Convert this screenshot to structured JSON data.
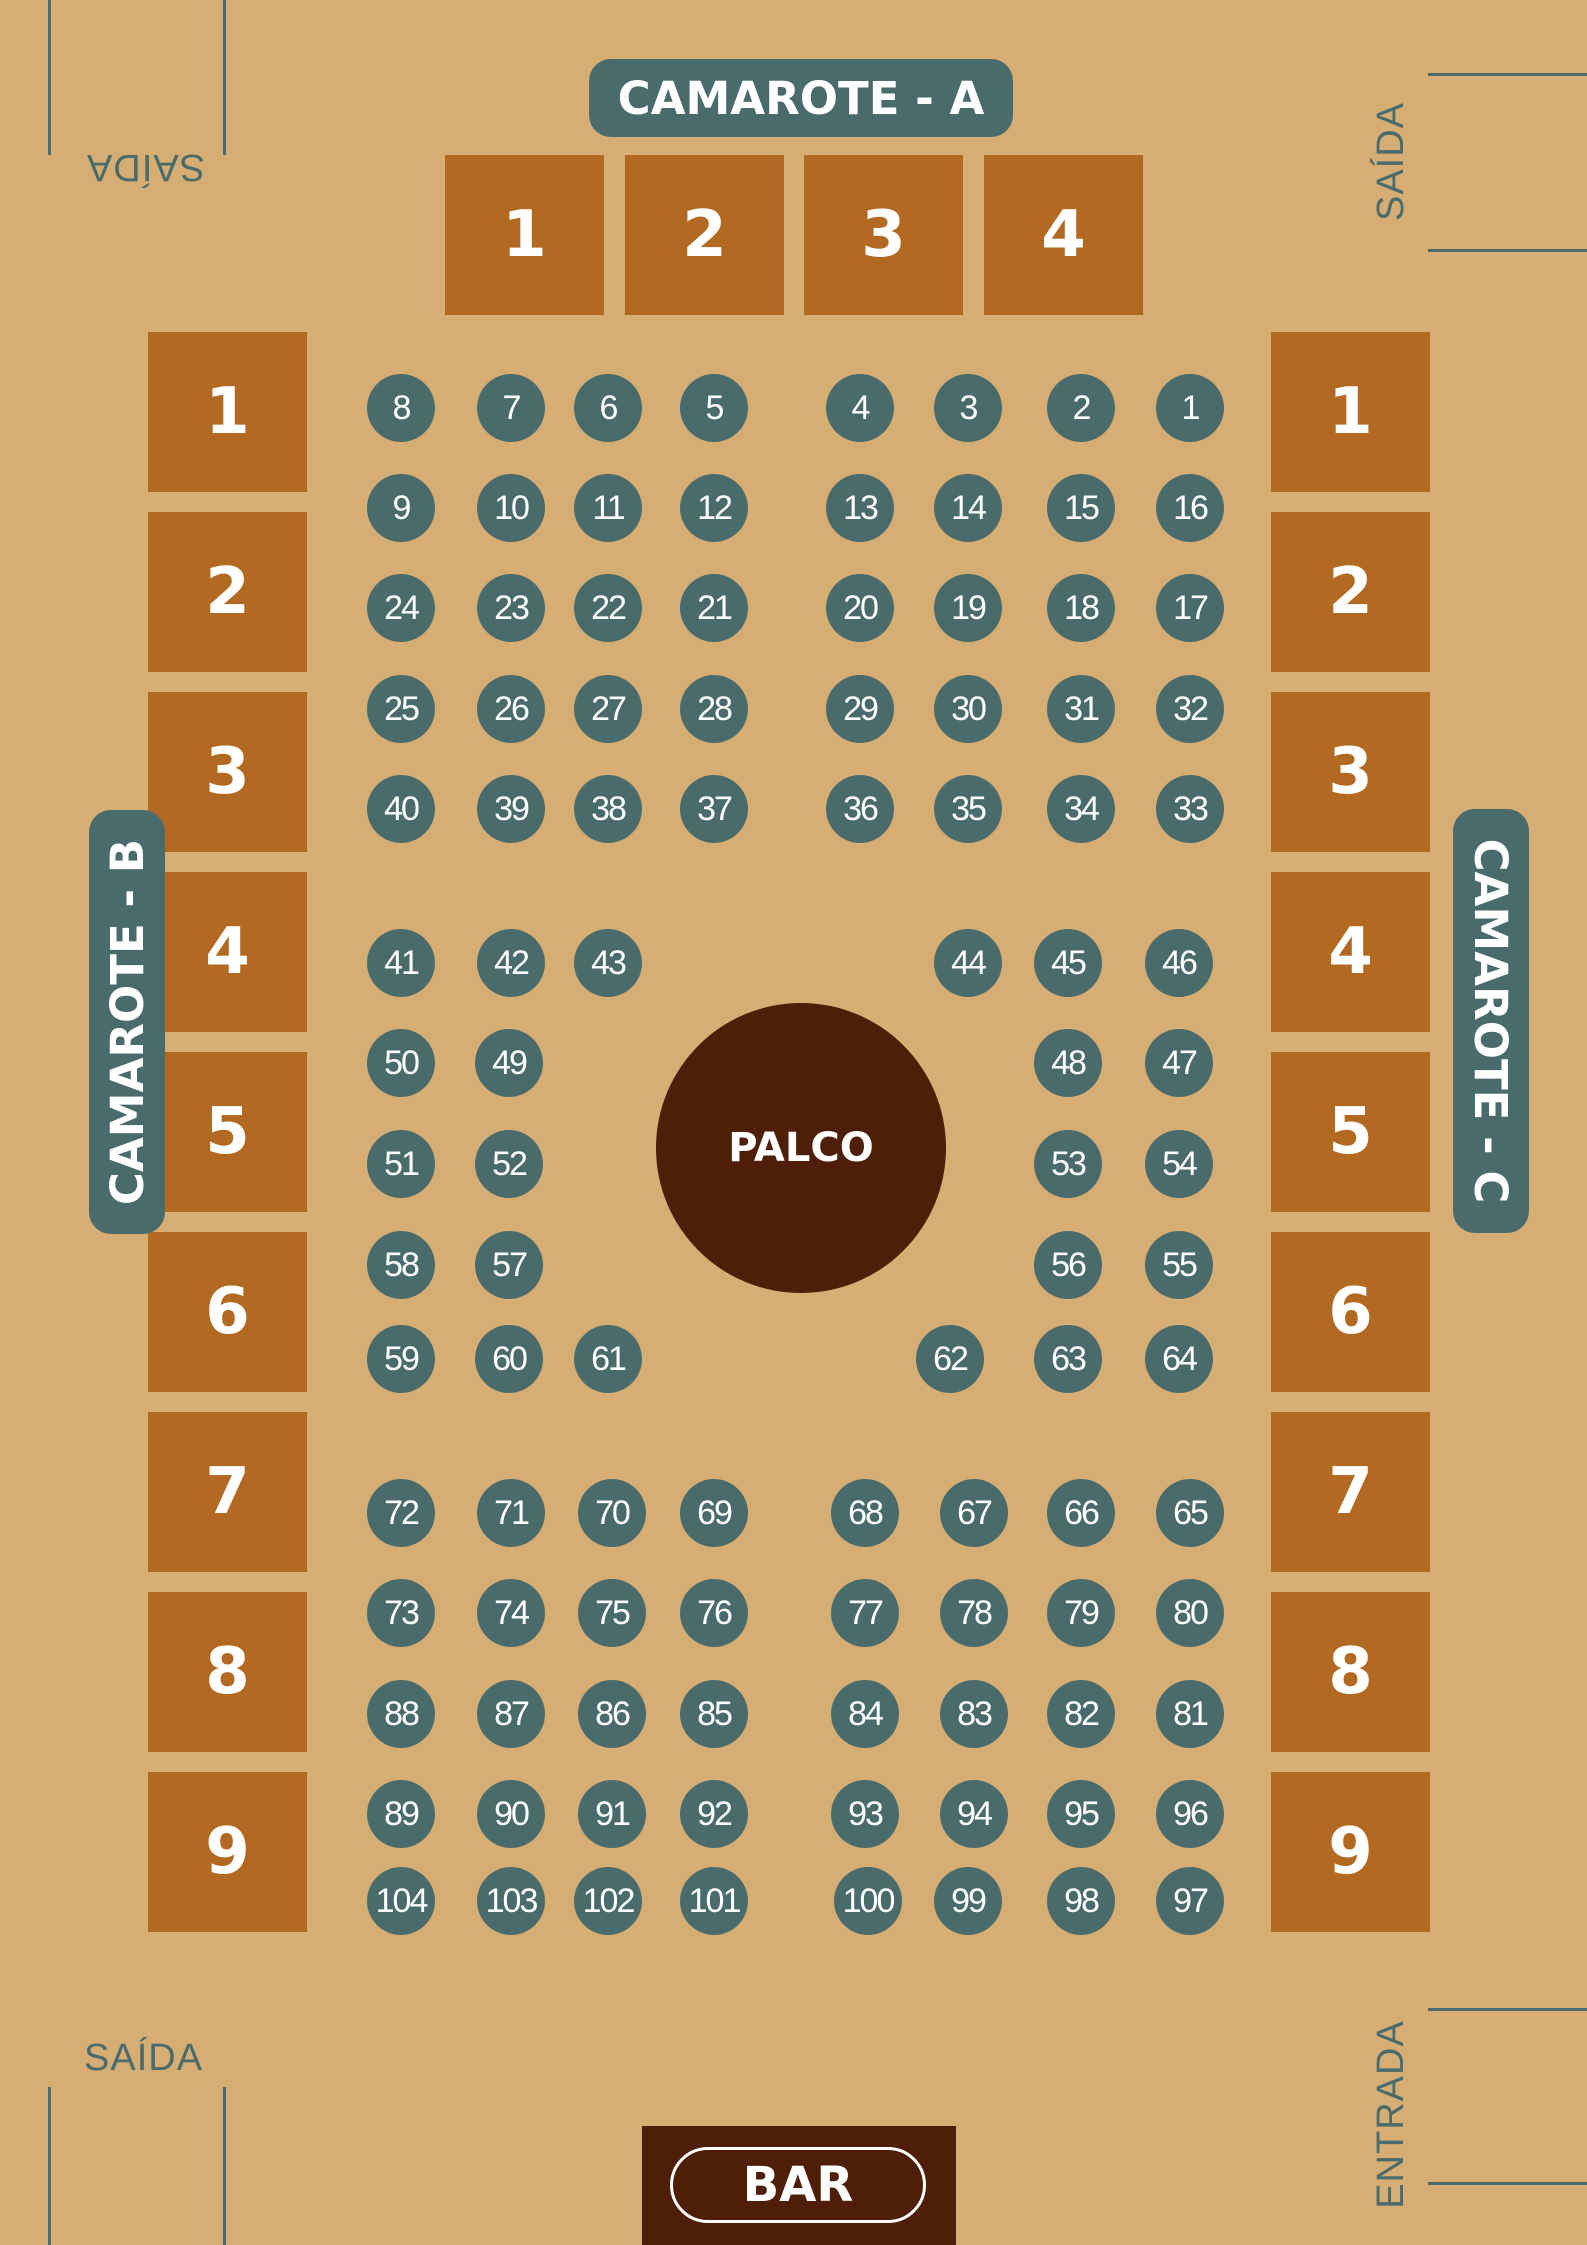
{
  "colors": {
    "background": "#D6AE73",
    "box": "#B26A22",
    "table": "#4A6B6C",
    "stage": "#4E1E08",
    "line": "#4A6B6C"
  },
  "camarote_a": {
    "label": "CAMAROTE - A",
    "boxes": [
      "1",
      "2",
      "3",
      "4"
    ]
  },
  "camarote_b": {
    "label": "CAMAROTE - B",
    "boxes": [
      "1",
      "2",
      "3",
      "4",
      "5",
      "6",
      "7",
      "8",
      "9"
    ]
  },
  "camarote_c": {
    "label": "CAMAROTE - C",
    "boxes": [
      "1",
      "2",
      "3",
      "4",
      "5",
      "6",
      "7",
      "8",
      "9"
    ]
  },
  "stage": {
    "label": "PALCO"
  },
  "bar": {
    "label": "BAR"
  },
  "exits": {
    "top_left": "SAÍDA",
    "top_right": "SAÍDA",
    "bottom_left": "SAÍDA",
    "bottom_right": "ENTRADA"
  },
  "tables": {
    "row1": [
      "8",
      "7",
      "6",
      "5",
      "4",
      "3",
      "2",
      "1"
    ],
    "row2": [
      "9",
      "10",
      "11",
      "12",
      "13",
      "14",
      "15",
      "16"
    ],
    "row3": [
      "24",
      "23",
      "22",
      "21",
      "20",
      "19",
      "18",
      "17"
    ],
    "row4": [
      "25",
      "26",
      "27",
      "28",
      "29",
      "30",
      "31",
      "32"
    ],
    "row5": [
      "40",
      "39",
      "38",
      "37",
      "36",
      "35",
      "34",
      "33"
    ],
    "row6": [
      "41",
      "42",
      "43",
      "44",
      "45",
      "46"
    ],
    "row7": [
      "50",
      "49",
      "48",
      "47"
    ],
    "row8": [
      "51",
      "52",
      "53",
      "54"
    ],
    "row9": [
      "58",
      "57",
      "56",
      "55"
    ],
    "row10": [
      "59",
      "60",
      "61",
      "62",
      "63",
      "64"
    ],
    "row11": [
      "72",
      "71",
      "70",
      "69",
      "68",
      "67",
      "66",
      "65"
    ],
    "row12": [
      "73",
      "74",
      "75",
      "76",
      "77",
      "78",
      "79",
      "80"
    ],
    "row13": [
      "88",
      "87",
      "86",
      "85",
      "84",
      "83",
      "82",
      "81"
    ],
    "row14": [
      "89",
      "90",
      "91",
      "92",
      "93",
      "94",
      "95",
      "96"
    ],
    "row15": [
      "104",
      "103",
      "102",
      "101",
      "100",
      "99",
      "98",
      "97"
    ]
  }
}
